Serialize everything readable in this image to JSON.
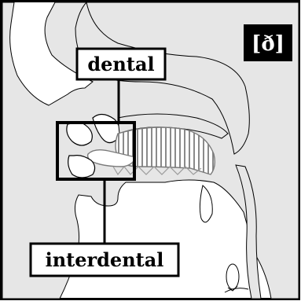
{
  "symbol": "[ð]",
  "labels": {
    "top": "dental",
    "bottom": "interdental"
  },
  "colors": {
    "tissue": "#e6e6e6",
    "outline": "#000000",
    "tongue_hatch": "#8a8a8a",
    "background": "#ffffff",
    "symbol_box": "#000000",
    "symbol_text": "#ffffff"
  }
}
